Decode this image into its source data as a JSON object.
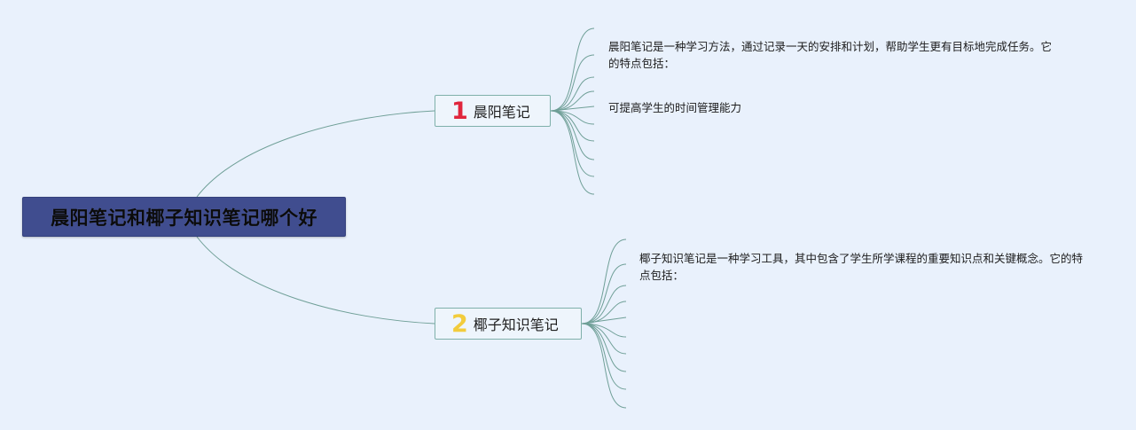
{
  "root": {
    "title": "晨阳笔记和椰子知识笔记哪个好"
  },
  "branches": [
    {
      "number": "1",
      "number_color": "#e0263c",
      "label": "晨阳笔记",
      "leaves": [
        "晨阳笔记是一种学习方法，通过记录一天的安排和计划，帮助学生更有目标地完成任务。它的特点包括：",
        "可提高学生的时间管理能力"
      ]
    },
    {
      "number": "2",
      "number_color": "#f2cc3c",
      "label": "椰子知识笔记",
      "leaves": [
        "椰子知识笔记是一种学习工具，其中包含了学生所学课程的重要知识点和关键概念。它的特点包括："
      ]
    }
  ],
  "colors": {
    "background": "#e9f1fc",
    "root_fill": "#404d8f",
    "connector": "#6f9f97",
    "branch_border": "#7fb0aa"
  }
}
